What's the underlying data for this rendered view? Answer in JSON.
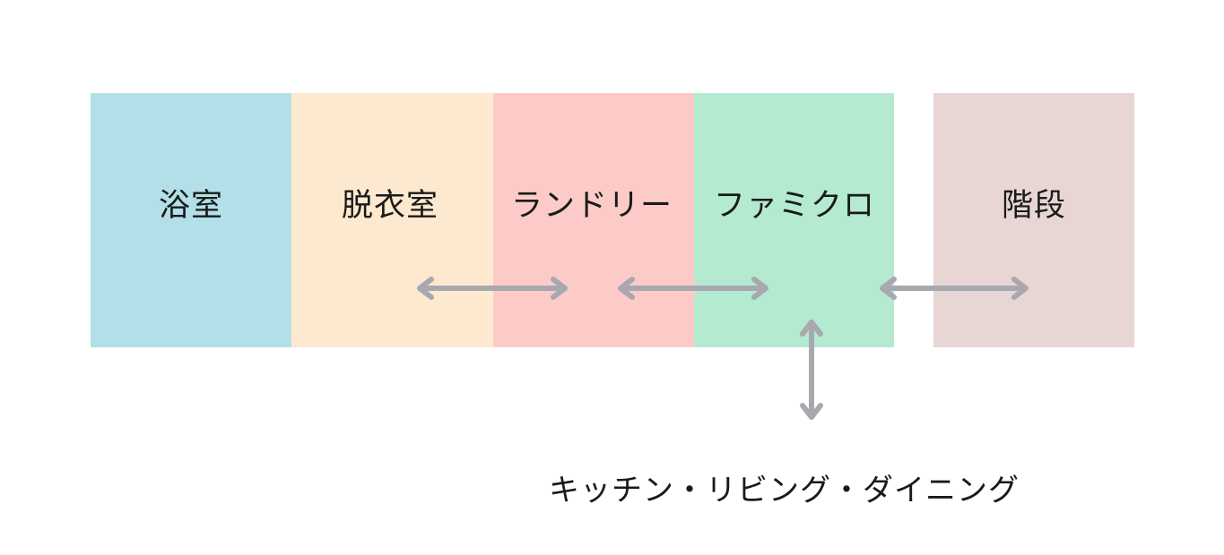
{
  "rooms": [
    {
      "id": "bath",
      "label": "浴室",
      "color": "#b3dfe8"
    },
    {
      "id": "dressing",
      "label": "脱衣室",
      "color": "#fde9cf"
    },
    {
      "id": "laundry",
      "label": "ランドリー",
      "color": "#fccbc8"
    },
    {
      "id": "famicro",
      "label": "ファミクロ",
      "color": "#b3ead0"
    },
    {
      "id": "stairs",
      "label": "階段",
      "color": "#e8d6d4"
    }
  ],
  "arrow_color": "#a8a8ae",
  "bottom_label": "キッチン・リビング・ダイニング"
}
